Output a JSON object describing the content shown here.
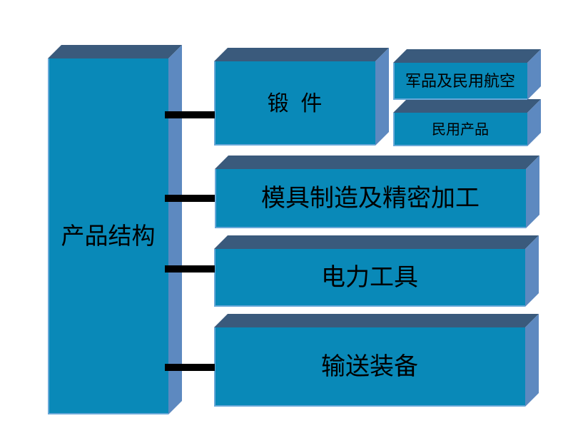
{
  "diagram": {
    "root": {
      "label": "产品结构"
    },
    "branches": [
      {
        "label": "锻  件"
      },
      {
        "label": "模具制造及精密加工"
      },
      {
        "label": "电力工具"
      },
      {
        "label": "输送装备"
      }
    ],
    "sub_branches": [
      {
        "label": "军品及民用航空"
      },
      {
        "label": "民用产品"
      }
    ],
    "colors": {
      "front": "#0989B8",
      "top": "#3A5A7C",
      "side": "#5D89C0",
      "edge": "#68A8D8",
      "connector": "#000000",
      "background": "#FFFFFF"
    }
  }
}
